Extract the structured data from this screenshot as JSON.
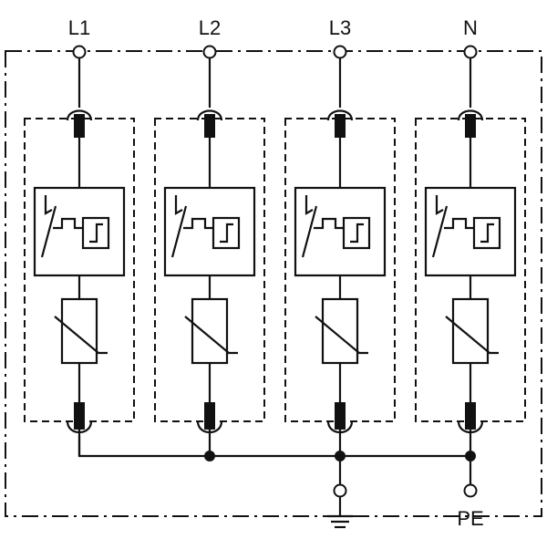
{
  "terminals": {
    "top": [
      "L1",
      "L2",
      "L3",
      "N"
    ],
    "bottom_pe": "PE"
  },
  "icons": {
    "ground": "ground-icon",
    "spark_gap": "spark-gap-icon",
    "varistor": "varistor-icon",
    "fuse": "fuse-icon"
  },
  "colors": {
    "line": "#111111",
    "background": "#ffffff"
  }
}
